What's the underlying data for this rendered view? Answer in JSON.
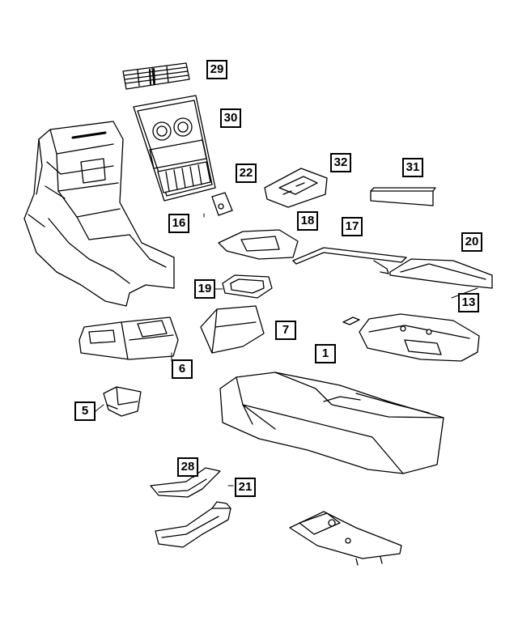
{
  "diagram": {
    "callouts": {
      "c29": "29",
      "c30": "30",
      "c22": "22",
      "c32": "32",
      "c31": "31",
      "c16": "16",
      "c18": "18",
      "c17": "17",
      "c20": "20",
      "c19": "19",
      "c13": "13",
      "c7": "7",
      "c1": "1",
      "c6": "6",
      "c5": "5",
      "c28": "28",
      "c21": "21"
    }
  }
}
